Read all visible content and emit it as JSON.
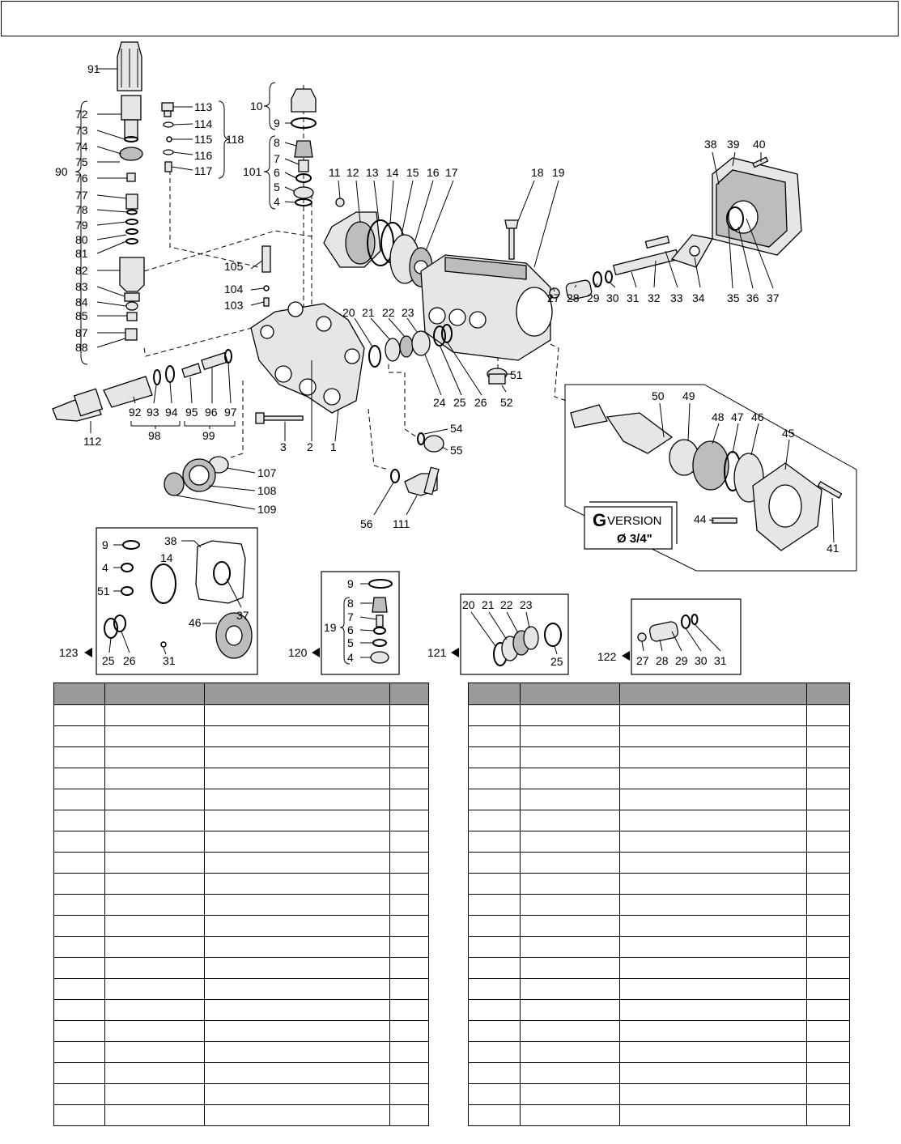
{
  "header": {
    "title": ""
  },
  "labels": {
    "left_group": [
      "91",
      "72",
      "73",
      "74",
      "75",
      "76",
      "77",
      "78",
      "79",
      "80",
      "81",
      "82",
      "83",
      "84",
      "85",
      "87",
      "88"
    ],
    "group_90": "90",
    "top_small": [
      "113",
      "114",
      "115",
      "116",
      "117"
    ],
    "group_118": "118",
    "valve_group": [
      "10",
      "9",
      "8",
      "7",
      "6",
      "5",
      "4"
    ],
    "group_101": "101",
    "crank": [
      "11",
      "12",
      "13",
      "14",
      "15",
      "16",
      "17",
      "18",
      "19"
    ],
    "cover": [
      "38",
      "39",
      "40"
    ],
    "right_row": [
      "27",
      "28",
      "29",
      "30",
      "31",
      "32",
      "33",
      "34",
      "35",
      "36",
      "37"
    ],
    "manifold": [
      "105",
      "104",
      "103",
      "20",
      "21",
      "22",
      "23",
      "24",
      "25",
      "26",
      "51",
      "52"
    ],
    "front": [
      "112",
      "92",
      "93",
      "94",
      "95",
      "96",
      "97",
      "98",
      "99",
      "3",
      "2",
      "1",
      "54",
      "55",
      "56",
      "111",
      "107",
      "108",
      "109"
    ],
    "gversion": [
      "50",
      "49",
      "48",
      "47",
      "46",
      "45",
      "44",
      "41"
    ],
    "gversion_title_letter": "G",
    "gversion_title_word": "VERSION",
    "gversion_size": "Ø 3/4\""
  },
  "insets": {
    "i123": {
      "id": "123",
      "labels": [
        "9",
        "4",
        "51",
        "38",
        "14",
        "25",
        "26",
        "31",
        "37",
        "46"
      ]
    },
    "i120": {
      "id": "120",
      "group": "19",
      "labels": [
        "9",
        "8",
        "7",
        "6",
        "5",
        "4"
      ]
    },
    "i121": {
      "id": "121",
      "labels": [
        "20",
        "21",
        "22",
        "23",
        "25"
      ]
    },
    "i122": {
      "id": "122",
      "labels": [
        "27",
        "28",
        "29",
        "30",
        "31"
      ]
    }
  },
  "tables": {
    "left": {
      "headers": [
        "",
        "",
        "",
        ""
      ],
      "rows": 20
    },
    "right": {
      "headers": [
        "",
        "",
        "",
        ""
      ],
      "rows": 20
    }
  }
}
